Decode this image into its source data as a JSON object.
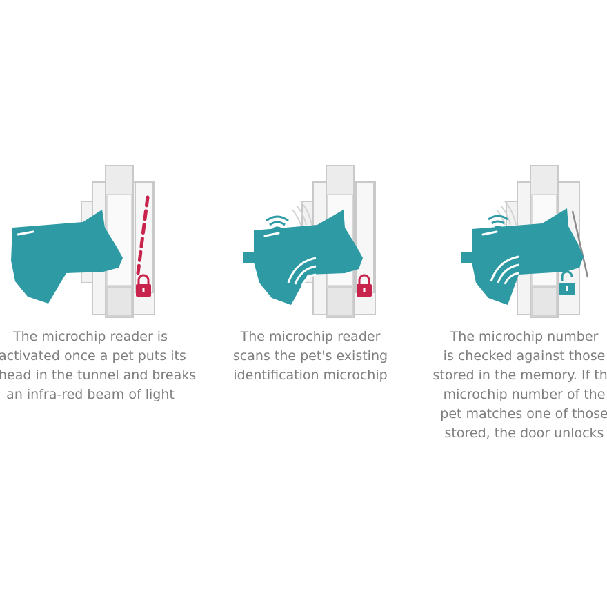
{
  "colors": {
    "cat_teal": "#2d9aa4",
    "lock_red": "#c8234d",
    "beam_red": "#c8234d",
    "lock_teal": "#2d9aa4",
    "door_frame": "#e9e9e9",
    "door_outline": "#c9c9c9",
    "wave_gray": "#cfcfcf",
    "caption_gray": "#7e7e7e"
  },
  "panels": [
    {
      "caption_lines": [
        "The microchip reader is",
        "activated once a pet puts its",
        "head in the tunnel and breaks",
        "an infra-red beam of light"
      ],
      "lock_state": "locked",
      "lock_icon": "padlock-closed-icon"
    },
    {
      "caption_lines": [
        "The microchip reader",
        "scans the pet's existing",
        "identification microchip"
      ],
      "lock_state": "locked",
      "lock_icon": "padlock-closed-icon"
    },
    {
      "caption_lines": [
        "The microchip number",
        "is checked against those",
        "stored in the memory. If the",
        "microchip number of the",
        "pet matches one of those",
        "stored, the door unlocks"
      ],
      "lock_state": "unlocked",
      "lock_icon": "padlock-open-icon"
    }
  ]
}
